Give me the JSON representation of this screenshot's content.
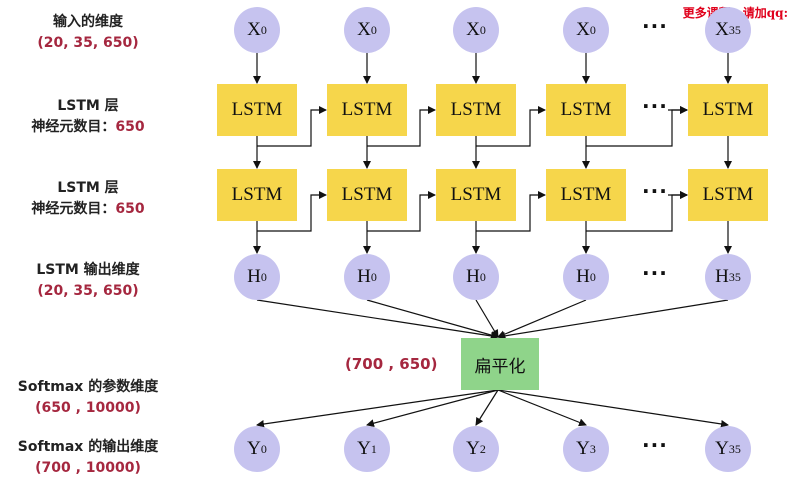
{
  "watermark": "更多课程，请加qq:",
  "labels": {
    "input": {
      "title": "输入的维度",
      "value": "(20, 35, 650)"
    },
    "lstm1": {
      "title": "LSTM 层",
      "sub": "神经元数目：",
      "value": "650"
    },
    "lstm2": {
      "title": "LSTM 层",
      "sub": "神经元数目：",
      "value": "650"
    },
    "lstm_out": {
      "title": "LSTM 输出维度",
      "value": "(20, 35, 650)"
    },
    "softmax_params": {
      "title": "Softmax 的参数维度",
      "value": "(650 , 10000)"
    },
    "softmax_out": {
      "title": "Softmax 的输出维度",
      "value": "(700 , 10000)"
    }
  },
  "flatten": {
    "label": "扁平化",
    "shape": "(700 , 650)"
  },
  "inputs": [
    {
      "base": "X",
      "sub": "0"
    },
    {
      "base": "X",
      "sub": "0"
    },
    {
      "base": "X",
      "sub": "0"
    },
    {
      "base": "X",
      "sub": "0"
    },
    {
      "base": "X",
      "sub": "35"
    }
  ],
  "lstm_label": "LSTM",
  "hidden": [
    {
      "base": "H",
      "sub": "0"
    },
    {
      "base": "H",
      "sub": "0"
    },
    {
      "base": "H",
      "sub": "0"
    },
    {
      "base": "H",
      "sub": "0"
    },
    {
      "base": "H",
      "sub": "35"
    }
  ],
  "outputs": [
    {
      "base": "Y",
      "sub": "0"
    },
    {
      "base": "Y",
      "sub": "1"
    },
    {
      "base": "Y",
      "sub": "2"
    },
    {
      "base": "Y",
      "sub": "3"
    },
    {
      "base": "Y",
      "sub": "35"
    }
  ],
  "ellipsis": "···",
  "colors": {
    "node": "#c6c3ef",
    "lstm": "#f6d64b",
    "flatten": "#8fd48a",
    "accent": "#a5273f"
  }
}
